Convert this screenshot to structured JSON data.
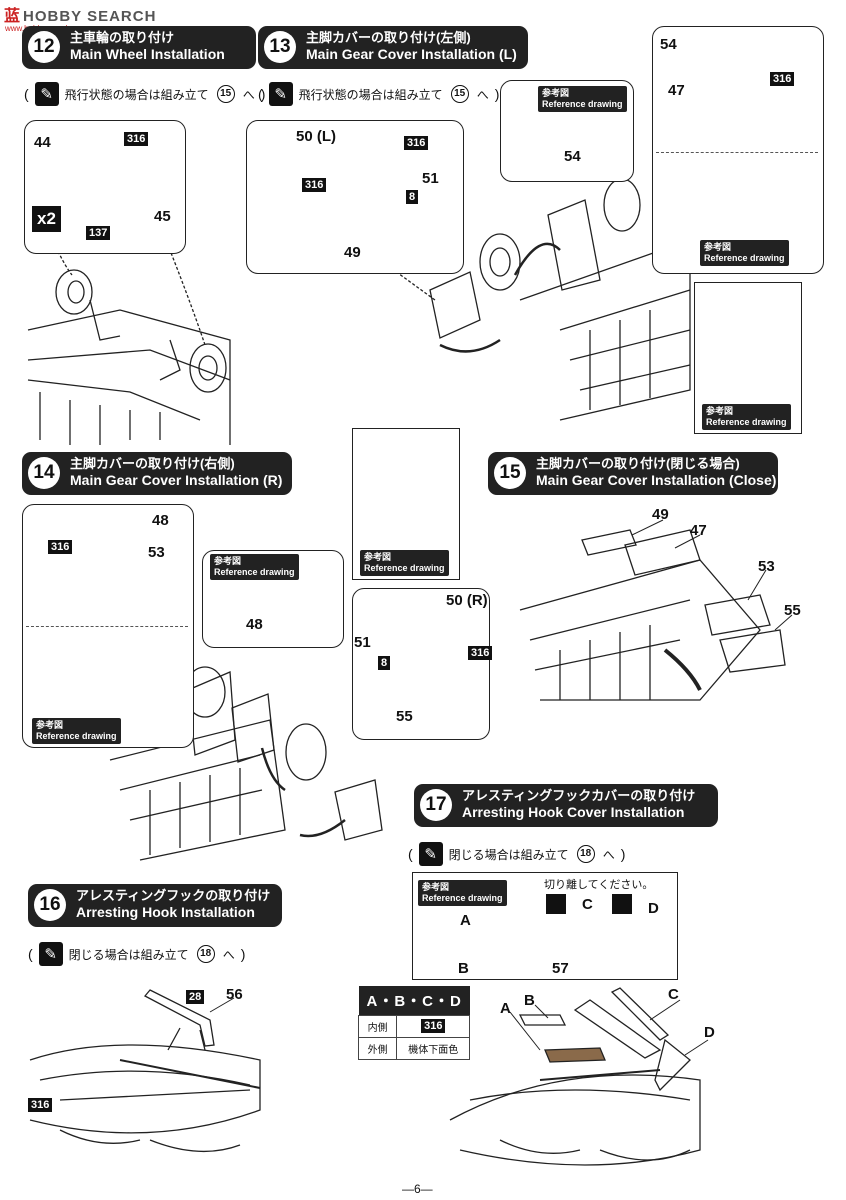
{
  "watermark": {
    "cn": "蓝",
    "text": "HOBBY SEARCH",
    "url": "www.hobbysearch.com"
  },
  "steps": [
    {
      "num": "12",
      "jp": "主車輪の取り付け",
      "en": "Main Wheel Installation"
    },
    {
      "num": "13",
      "jp": "主脚カバーの取り付け(左側)",
      "en": "Main Gear Cover Installation (L)"
    },
    {
      "num": "14",
      "jp": "主脚カバーの取り付け(右側)",
      "en": "Main Gear Cover Installation (R)"
    },
    {
      "num": "15",
      "jp": "主脚カバーの取り付け(閉じる場合)",
      "en": "Main Gear Cover Installation (Close)"
    },
    {
      "num": "16",
      "jp": "アレスティングフックの取り付け",
      "en": "Arresting Hook Installation"
    },
    {
      "num": "17",
      "jp": "アレスティングフックカバーの取り付け",
      "en": "Arresting Hook Cover Installation"
    }
  ],
  "notes": {
    "n12": {
      "text": "飛行状態の場合は組み立て",
      "ref": "15",
      "suffix": "へ"
    },
    "n13": {
      "text": "飛行状態の場合は組み立て",
      "ref": "15",
      "suffix": "へ"
    },
    "n16": {
      "text": "閉じる場合は組み立て",
      "ref": "18",
      "suffix": "へ"
    },
    "n17": {
      "text": "閉じる場合は組み立て",
      "ref": "18",
      "suffix": "へ"
    }
  },
  "ref": {
    "jp": "参考図",
    "en": "Reference drawing"
  },
  "parts": {
    "p44": "44",
    "p45": "45",
    "p137": "137",
    "p316": "316",
    "x2": "x2",
    "p50L": "50 (L)",
    "p51": "51",
    "p8": "8",
    "p49": "49",
    "p54": "54",
    "p47": "47",
    "p48": "48",
    "p53": "53",
    "p50R": "50 (R)",
    "p55": "55",
    "p56": "56",
    "p28": "28",
    "p57": "57",
    "A": "A",
    "B": "B",
    "C": "C",
    "D": "D"
  },
  "cut_text": "切り離してください。",
  "color_table": {
    "header": "A・B・C・D",
    "rows": [
      {
        "label": "内側",
        "value": "316"
      },
      {
        "label": "外側",
        "value": "機体下面色"
      }
    ]
  },
  "page_number": "—6—"
}
